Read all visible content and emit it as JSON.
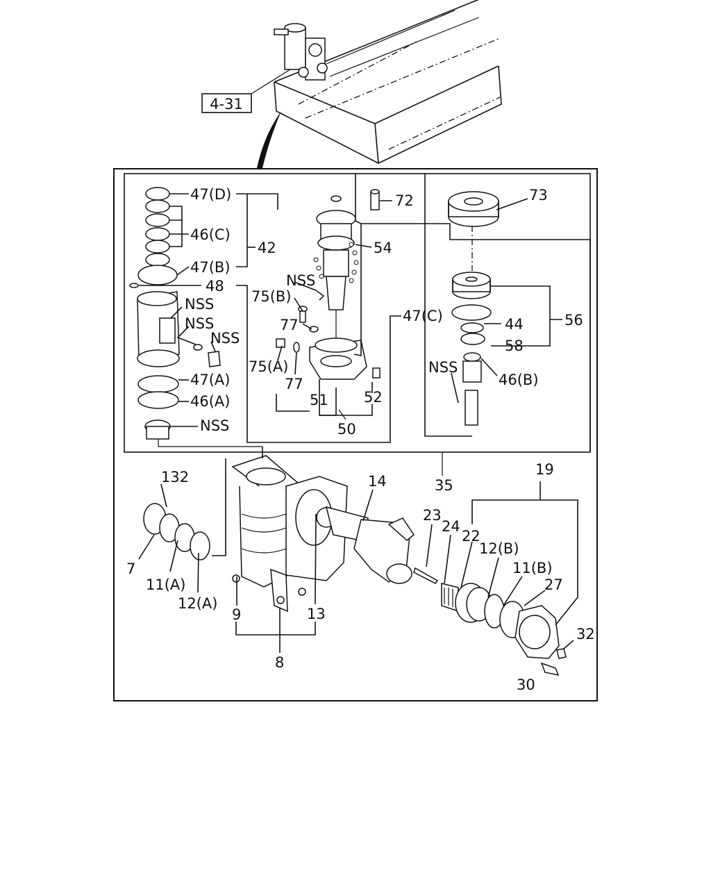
{
  "ref_box": "4-31",
  "labels": {
    "p47d": "47(D)",
    "p46c": "46(C)",
    "p42": "42",
    "p47b": "47(B)",
    "p48": "48",
    "nss1": "NSS",
    "nss2": "NSS",
    "nss3": "NSS",
    "p47a": "47(A)",
    "p46a": "46(A)",
    "nss4": "NSS",
    "p72": "72",
    "p54": "54",
    "nss5": "NSS",
    "p75b": "75(B)",
    "p77a": "77",
    "p75a": "75(A)",
    "p77b": "77",
    "p51": "51",
    "p52": "52",
    "p50": "50",
    "p47c": "47(C)",
    "p73": "73",
    "p44": "44",
    "p56": "56",
    "p58": "58",
    "nss6": "NSS",
    "p46b": "46(B)",
    "p35": "35",
    "p132": "132",
    "p7": "7",
    "p11a": "11(A)",
    "p12a": "12(A)",
    "p9": "9",
    "p8": "8",
    "p13": "13",
    "p14": "14",
    "p19": "19",
    "p23": "23",
    "p24": "24",
    "p22": "22",
    "p12b": "12(B)",
    "p11b": "11(B)",
    "p27": "27",
    "p32": "32",
    "p30": "30"
  }
}
